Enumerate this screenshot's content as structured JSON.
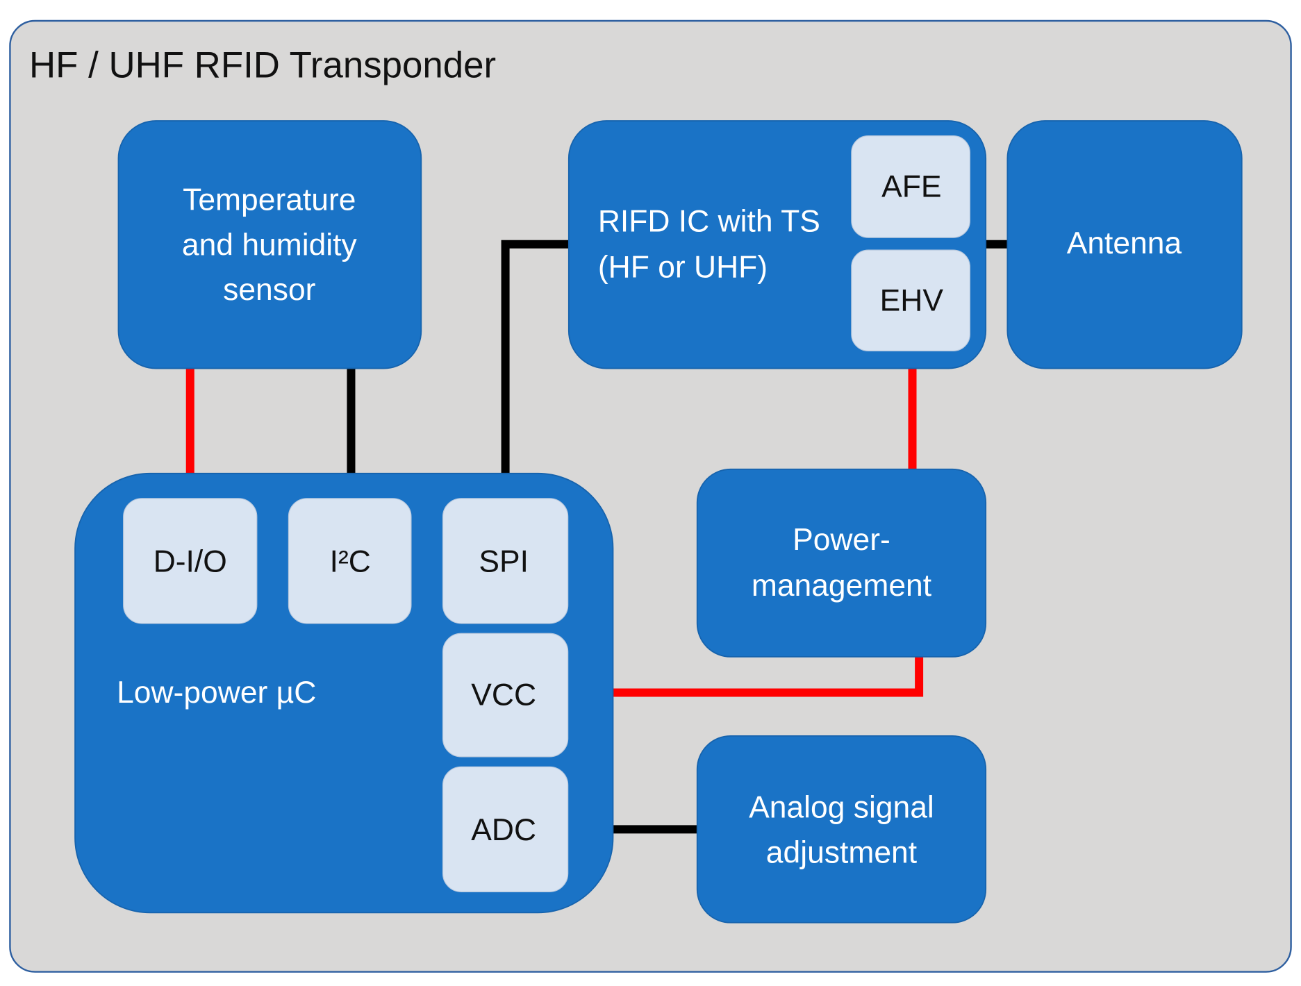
{
  "title": "HF / UHF RFID Transponder",
  "blocks": {
    "sensor": [
      "Temperature",
      "and humidity",
      "sensor"
    ],
    "rfid_ic": [
      "RIFD IC with TS",
      "(HF or UHF)"
    ],
    "afe": "AFE",
    "ehv": "EHV",
    "antenna": "Antenna",
    "microcontroller": "Low-power µC",
    "dio": "D-I/O",
    "i2c": "I²C",
    "spi": "SPI",
    "vcc": "VCC",
    "adc": "ADC",
    "power": [
      "Power-",
      "management"
    ],
    "analog": [
      "Analog signal",
      "adjustment"
    ]
  },
  "colors": {
    "block": "#1a73c6",
    "port": "#d9e4f2",
    "frame": "#d9d8d7",
    "power_line": "#ff0000",
    "signal_line": "#000000"
  }
}
